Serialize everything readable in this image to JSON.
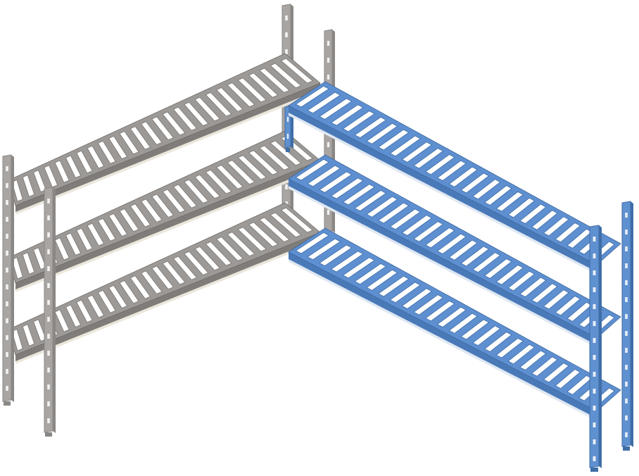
{
  "image": {
    "subject": "",
    "background": "#ffffff"
  },
  "units": [
    {
      "finish": "grey",
      "colors": {
        "top": "#9c9996",
        "front": "#7f7c79",
        "post": "#a8a5a2",
        "post_shade": "#8a8784",
        "underside": "#ebe7dc",
        "slot_wall": "#6e6b68"
      },
      "shelf_count": 3,
      "slots_per_shelf": 26
    },
    {
      "finish": "blue",
      "colors": {
        "top": "#5e8fd0",
        "front": "#4a79b8",
        "post": "#5f90cf",
        "post_shade": "#3f6ea8",
        "underside": "#dfe8f3",
        "slot_wall": "#3c689f"
      },
      "shelf_count": 3,
      "slots_per_shelf": 26
    }
  ]
}
